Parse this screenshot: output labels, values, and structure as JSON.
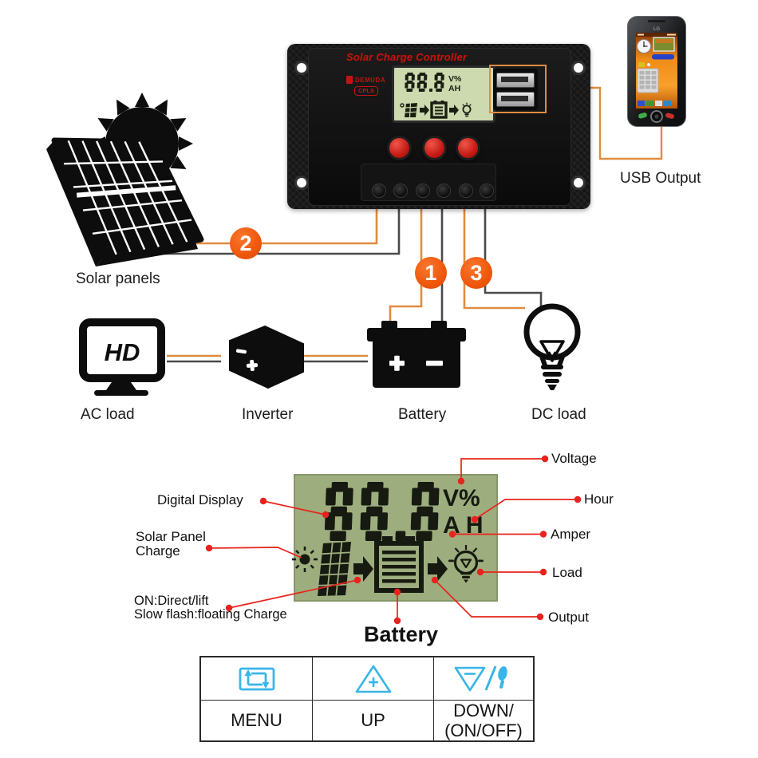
{
  "colors": {
    "orange_wire": "#DF8C3F",
    "gray_wire": "#4A4A4A",
    "callout_red": "#E8231D",
    "circle_orange": "#EE560B",
    "lcd_green": "#9EAD7E",
    "controller_lcd_green": "#CDD9AE",
    "cyan_icon": "#3AB5E8",
    "title_red": "#C2150F"
  },
  "controller": {
    "title": "Solar Charge Controller",
    "brand": "DEMUDA",
    "badge": "CPLS",
    "display": {
      "value": "88.8",
      "unit_top": "V%",
      "unit_bottom": "AH"
    }
  },
  "phone": {
    "logo": "LG"
  },
  "section_labels": {
    "solar_panels": "Solar panels",
    "ac_load": "AC load",
    "inverter": "Inverter",
    "battery": "Battery",
    "dc_load": "DC load",
    "usb_output": "USB Output"
  },
  "icons": {
    "tv_text": "HD"
  },
  "wire_tags": {
    "one": "1",
    "two": "2",
    "three": "3"
  },
  "lcd_diagram": {
    "display": {
      "value": "88.8",
      "unit_top": "V%",
      "unit_bottom": "A H"
    },
    "callouts": {
      "digital_display": "Digital Display",
      "solar_panel_charge_line1": "Solar Panel",
      "solar_panel_charge_line2": "Charge",
      "on_line1": "ON:Direct/lift",
      "on_line2": "Slow flash:floating Charge",
      "voltage": "Voltage",
      "hour": "Hour",
      "amper": "Amper",
      "load": "Load",
      "output": "Output",
      "battery": "Battery"
    }
  },
  "button_table": {
    "menu": "MENU",
    "up": "UP",
    "down_line1": "DOWN/",
    "down_line2": "(ON/OFF)"
  }
}
